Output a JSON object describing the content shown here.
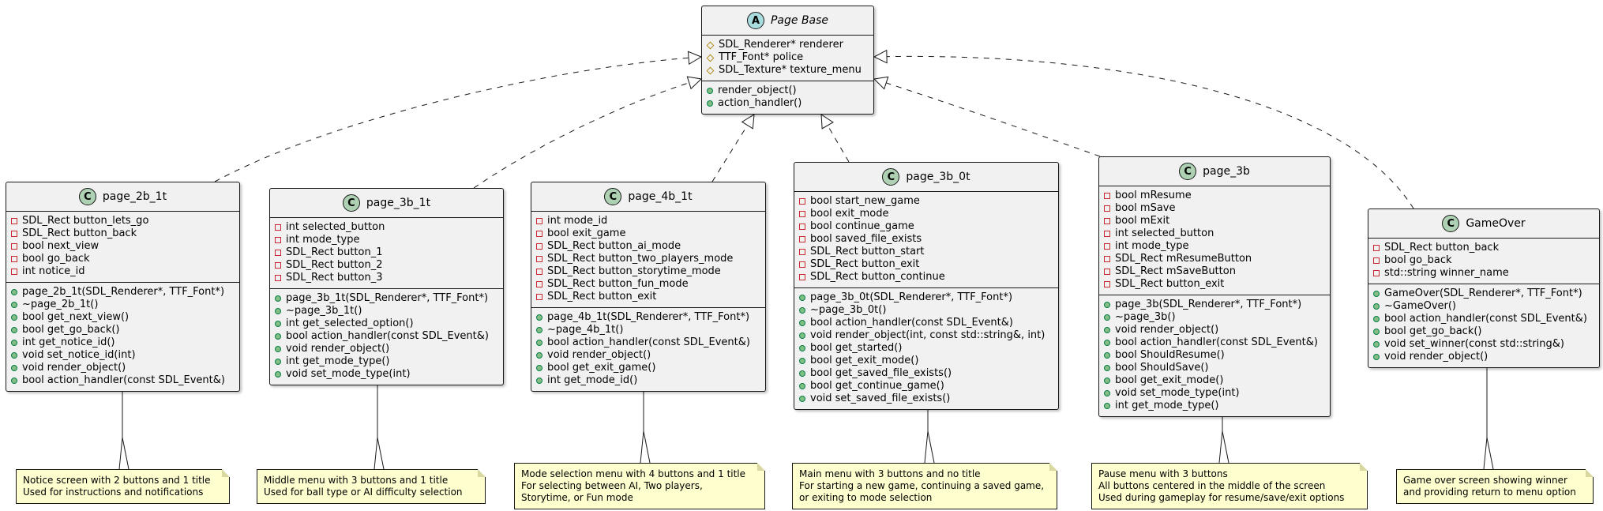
{
  "diagram": {
    "classes": [
      {
        "id": "pagebase",
        "name": "Page Base",
        "stereotype": "A",
        "abstract": true,
        "attributes": [
          {
            "vis": "protected",
            "text": "SDL_Renderer* renderer"
          },
          {
            "vis": "protected",
            "text": "TTF_Font* police"
          },
          {
            "vis": "protected",
            "text": "SDL_Texture* texture_menu"
          }
        ],
        "methods": [
          {
            "vis": "public",
            "text": "render_object()"
          },
          {
            "vis": "public",
            "text": "action_handler()"
          }
        ]
      },
      {
        "id": "page2b1t",
        "name": "page_2b_1t",
        "stereotype": "C",
        "abstract": false,
        "attributes": [
          {
            "vis": "private",
            "text": "SDL_Rect button_lets_go"
          },
          {
            "vis": "private",
            "text": "SDL_Rect button_back"
          },
          {
            "vis": "private",
            "text": "bool next_view"
          },
          {
            "vis": "private",
            "text": "bool go_back"
          },
          {
            "vis": "private",
            "text": "int notice_id"
          }
        ],
        "methods": [
          {
            "vis": "public",
            "text": "page_2b_1t(SDL_Renderer*, TTF_Font*)"
          },
          {
            "vis": "public",
            "text": "~page_2b_1t()"
          },
          {
            "vis": "public",
            "text": "bool get_next_view()"
          },
          {
            "vis": "public",
            "text": "bool get_go_back()"
          },
          {
            "vis": "public",
            "text": "int get_notice_id()"
          },
          {
            "vis": "public",
            "text": "void set_notice_id(int)"
          },
          {
            "vis": "public",
            "text": "void render_object()"
          },
          {
            "vis": "public",
            "text": "bool action_handler(const SDL_Event&)"
          }
        ]
      },
      {
        "id": "page3b1t",
        "name": "page_3b_1t",
        "stereotype": "C",
        "abstract": false,
        "attributes": [
          {
            "vis": "private",
            "text": "int selected_button"
          },
          {
            "vis": "private",
            "text": "int mode_type"
          },
          {
            "vis": "private",
            "text": "SDL_Rect button_1"
          },
          {
            "vis": "private",
            "text": "SDL_Rect button_2"
          },
          {
            "vis": "private",
            "text": "SDL_Rect button_3"
          }
        ],
        "methods": [
          {
            "vis": "public",
            "text": "page_3b_1t(SDL_Renderer*, TTF_Font*)"
          },
          {
            "vis": "public",
            "text": "~page_3b_1t()"
          },
          {
            "vis": "public",
            "text": "int get_selected_option()"
          },
          {
            "vis": "public",
            "text": "bool action_handler(const SDL_Event&)"
          },
          {
            "vis": "public",
            "text": "void render_object()"
          },
          {
            "vis": "public",
            "text": "int get_mode_type()"
          },
          {
            "vis": "public",
            "text": "void set_mode_type(int)"
          }
        ]
      },
      {
        "id": "page4b1t",
        "name": "page_4b_1t",
        "stereotype": "C",
        "abstract": false,
        "attributes": [
          {
            "vis": "private",
            "text": "int mode_id"
          },
          {
            "vis": "private",
            "text": "bool exit_game"
          },
          {
            "vis": "private",
            "text": "SDL_Rect button_ai_mode"
          },
          {
            "vis": "private",
            "text": "SDL_Rect button_two_players_mode"
          },
          {
            "vis": "private",
            "text": "SDL_Rect button_storytime_mode"
          },
          {
            "vis": "private",
            "text": "SDL_Rect button_fun_mode"
          },
          {
            "vis": "private",
            "text": "SDL_Rect button_exit"
          }
        ],
        "methods": [
          {
            "vis": "public",
            "text": "page_4b_1t(SDL_Renderer*, TTF_Font*)"
          },
          {
            "vis": "public",
            "text": "~page_4b_1t()"
          },
          {
            "vis": "public",
            "text": "bool action_handler(const SDL_Event&)"
          },
          {
            "vis": "public",
            "text": "void render_object()"
          },
          {
            "vis": "public",
            "text": "bool get_exit_game()"
          },
          {
            "vis": "public",
            "text": "int get_mode_id()"
          }
        ]
      },
      {
        "id": "page3b0t",
        "name": "page_3b_0t",
        "stereotype": "C",
        "abstract": false,
        "attributes": [
          {
            "vis": "private",
            "text": "bool start_new_game"
          },
          {
            "vis": "private",
            "text": "bool exit_mode"
          },
          {
            "vis": "private",
            "text": "bool continue_game"
          },
          {
            "vis": "private",
            "text": "bool saved_file_exists"
          },
          {
            "vis": "private",
            "text": "SDL_Rect button_start"
          },
          {
            "vis": "private",
            "text": "SDL_Rect button_exit"
          },
          {
            "vis": "private",
            "text": "SDL_Rect button_continue"
          }
        ],
        "methods": [
          {
            "vis": "public",
            "text": "page_3b_0t(SDL_Renderer*, TTF_Font*)"
          },
          {
            "vis": "public",
            "text": "~page_3b_0t()"
          },
          {
            "vis": "public",
            "text": "bool action_handler(const SDL_Event&)"
          },
          {
            "vis": "public",
            "text": "void render_object(int, const std::string&, int)"
          },
          {
            "vis": "public",
            "text": "bool get_started()"
          },
          {
            "vis": "public",
            "text": "bool get_exit_mode()"
          },
          {
            "vis": "public",
            "text": "bool get_saved_file_exists()"
          },
          {
            "vis": "public",
            "text": "bool get_continue_game()"
          },
          {
            "vis": "public",
            "text": "void set_saved_file_exists()"
          }
        ]
      },
      {
        "id": "page3b",
        "name": "page_3b",
        "stereotype": "C",
        "abstract": false,
        "attributes": [
          {
            "vis": "private",
            "text": "bool mResume"
          },
          {
            "vis": "private",
            "text": "bool mSave"
          },
          {
            "vis": "private",
            "text": "bool mExit"
          },
          {
            "vis": "private",
            "text": "int selected_button"
          },
          {
            "vis": "private",
            "text": "int mode_type"
          },
          {
            "vis": "private",
            "text": "SDL_Rect mResumeButton"
          },
          {
            "vis": "private",
            "text": "SDL_Rect mSaveButton"
          },
          {
            "vis": "private",
            "text": "SDL_Rect button_exit"
          }
        ],
        "methods": [
          {
            "vis": "public",
            "text": "page_3b(SDL_Renderer*, TTF_Font*)"
          },
          {
            "vis": "public",
            "text": "~page_3b()"
          },
          {
            "vis": "public",
            "text": "void render_object()"
          },
          {
            "vis": "public",
            "text": "bool action_handler(const SDL_Event&)"
          },
          {
            "vis": "public",
            "text": "bool ShouldResume()"
          },
          {
            "vis": "public",
            "text": "bool ShouldSave()"
          },
          {
            "vis": "public",
            "text": "bool get_exit_mode()"
          },
          {
            "vis": "public",
            "text": "void set_mode_type(int)"
          },
          {
            "vis": "public",
            "text": "int get_mode_type()"
          }
        ]
      },
      {
        "id": "gameover",
        "name": "GameOver",
        "stereotype": "C",
        "abstract": false,
        "attributes": [
          {
            "vis": "private",
            "text": "SDL_Rect button_back"
          },
          {
            "vis": "private",
            "text": "bool go_back"
          },
          {
            "vis": "private",
            "text": "std::string winner_name"
          }
        ],
        "methods": [
          {
            "vis": "public",
            "text": "GameOver(SDL_Renderer*, TTF_Font*)"
          },
          {
            "vis": "public",
            "text": "~GameOver()"
          },
          {
            "vis": "public",
            "text": "bool action_handler(const SDL_Event&)"
          },
          {
            "vis": "public",
            "text": "bool get_go_back()"
          },
          {
            "vis": "public",
            "text": "void set_winner(const std::string&)"
          },
          {
            "vis": "public",
            "text": "void render_object()"
          }
        ]
      }
    ],
    "notes": [
      {
        "for": "page2b1t",
        "lines": [
          "Notice screen with 2 buttons and 1 title",
          "Used for instructions and notifications"
        ]
      },
      {
        "for": "page3b1t",
        "lines": [
          "Middle menu with 3 buttons and 1 title",
          "Used for ball type or AI difficulty selection"
        ]
      },
      {
        "for": "page4b1t",
        "lines": [
          "Mode selection menu with 4 buttons and 1 title",
          "For selecting between AI, Two players,",
          "Storytime, or Fun mode"
        ]
      },
      {
        "for": "page3b0t",
        "lines": [
          "Main menu with 3 buttons and no title",
          "For starting a new game, continuing a saved game,",
          "or exiting to mode selection"
        ]
      },
      {
        "for": "page3b",
        "lines": [
          "Pause menu with 3 buttons",
          "All buttons centered in the middle of the screen",
          "Used during gameplay for resume/save/exit options"
        ]
      },
      {
        "for": "gameover",
        "lines": [
          "Game over screen showing winner",
          "and providing return to menu option"
        ]
      }
    ],
    "relations": [
      {
        "from": "page2b1t",
        "to": "pagebase",
        "type": "realization"
      },
      {
        "from": "page3b1t",
        "to": "pagebase",
        "type": "realization"
      },
      {
        "from": "page4b1t",
        "to": "pagebase",
        "type": "realization"
      },
      {
        "from": "page3b0t",
        "to": "pagebase",
        "type": "realization"
      },
      {
        "from": "page3b",
        "to": "pagebase",
        "type": "realization"
      },
      {
        "from": "gameover",
        "to": "pagebase",
        "type": "realization"
      }
    ]
  }
}
